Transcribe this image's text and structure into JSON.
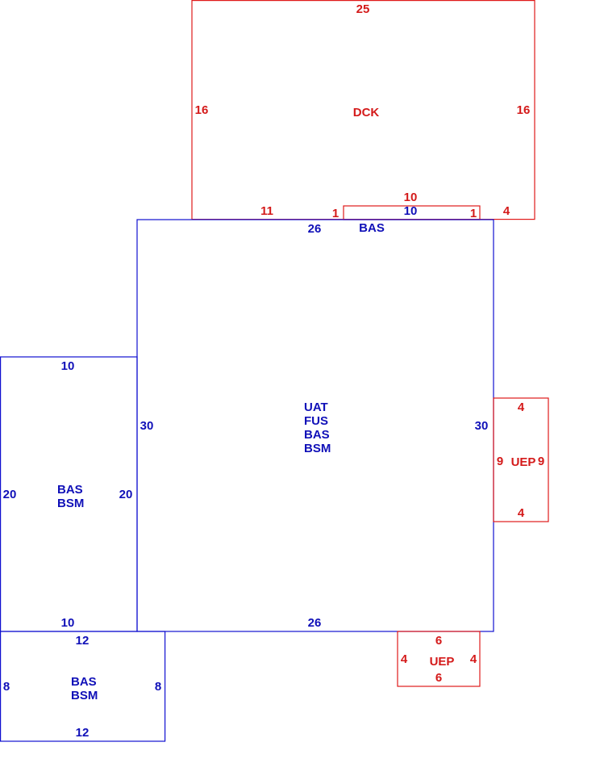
{
  "colors": {
    "living_area": "#1010b8",
    "deck_porch": "#d41a1a",
    "background": "#ffffff"
  },
  "deck": {
    "label": "DCK",
    "top": "25",
    "left": "16",
    "right": "16",
    "bottom_left": "11",
    "bottom_right": "4",
    "notch_top": "10",
    "notch_left": "1",
    "notch_right": "1"
  },
  "bas_bump": {
    "label": "BAS",
    "dim": "10"
  },
  "main": {
    "labels": [
      "UAT",
      "FUS",
      "BAS",
      "BSM"
    ],
    "top": "26",
    "bottom": "26",
    "left": "30",
    "right": "30"
  },
  "west_wing": {
    "labels": [
      "BAS",
      "BSM"
    ],
    "top": "10",
    "bottom": "10",
    "left": "20",
    "right": "20"
  },
  "south_wing": {
    "labels": [
      "BAS",
      "BSM"
    ],
    "top": "12",
    "bottom": "12",
    "left": "8",
    "right": "8"
  },
  "uep_east": {
    "label": "UEP",
    "top": "4",
    "bottom": "4",
    "left": "9",
    "right": "9"
  },
  "uep_south": {
    "label": "UEP",
    "top": "6",
    "bottom": "6",
    "left": "4",
    "right": "4"
  }
}
